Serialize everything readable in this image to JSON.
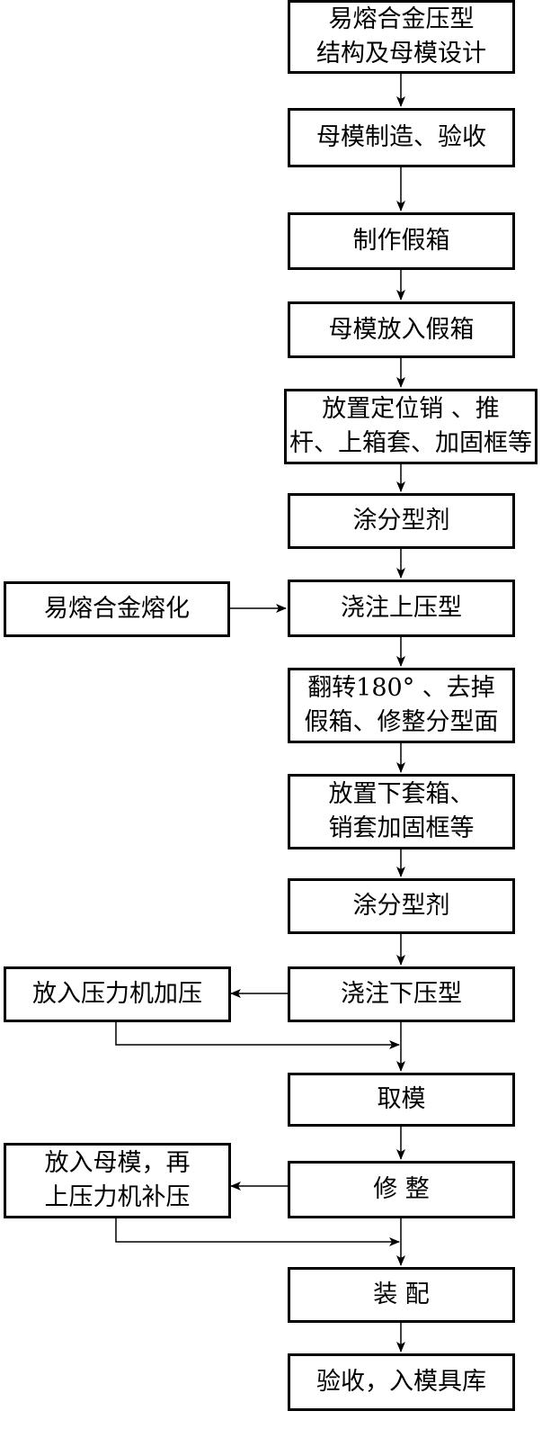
{
  "steps": {
    "design": "易熔合金压型\n结构及母模设计",
    "make_master": "母模制造、验收",
    "make_dummy": "制作假箱",
    "master_into_dummy": "母模放入假箱",
    "place_parts": "放置定位销 、推\n杆、上箱套、加固框等",
    "coat_1": "涂分型剂",
    "pour_upper": "浇注上压型",
    "flip": "翻转180° 、去掉\n假箱、修整分型面",
    "place_lower": "放置下套箱、\n销套加固框等",
    "coat_2": "涂分型剂",
    "pour_lower": "浇注下压型",
    "remove_mold": "取模",
    "trim": "修  整",
    "assemble": "装  配",
    "accept": "验收，入模具库"
  },
  "side_steps": {
    "melt_alloy": "易熔合金熔化",
    "press": "放入压力机加压",
    "re_press": "放入母模，再\n上压力机补压"
  },
  "colors": {
    "line": "#000000",
    "background": "#ffffff"
  }
}
